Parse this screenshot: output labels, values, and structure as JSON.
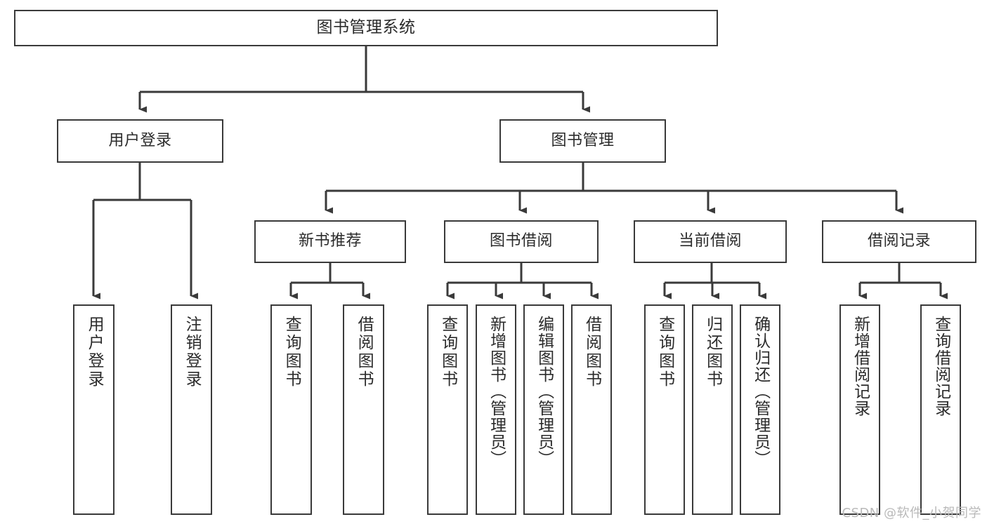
{
  "diagram": {
    "title": "图书管理系统",
    "style": {
      "box_border_color": "#3a3a3a",
      "box_fill_color": "#ffffff",
      "connector_color": "#3a3a3a",
      "text_color": "#2b2b2b",
      "background_color": "#ffffff",
      "watermark_color": "#b9b9b9"
    },
    "nodes": {
      "root": {
        "label": "图书管理系统"
      },
      "level2": [
        {
          "id": "user-login",
          "label": "用户登录"
        },
        {
          "id": "book-manage",
          "label": "图书管理"
        }
      ],
      "level3": [
        {
          "id": "new-book-rec",
          "label": "新书推荐"
        },
        {
          "id": "book-borrow",
          "label": "图书借阅"
        },
        {
          "id": "current-borrow",
          "label": "当前借阅"
        },
        {
          "id": "borrow-record",
          "label": "借阅记录"
        }
      ],
      "leaves": {
        "user-login": [
          {
            "id": "leaf-user-login",
            "label": "用户登录"
          },
          {
            "id": "leaf-user-logout",
            "label": "注销登录"
          }
        ],
        "new-book-rec": [
          {
            "id": "leaf-query-book-1",
            "label": "查询图书"
          },
          {
            "id": "leaf-borrow-book-1",
            "label": "借阅图书"
          }
        ],
        "book-borrow": [
          {
            "id": "leaf-query-book-2",
            "label": "查询图书"
          },
          {
            "id": "leaf-add-book",
            "label": "新增图书（管理员）"
          },
          {
            "id": "leaf-edit-book",
            "label": "编辑图书（管理员）"
          },
          {
            "id": "leaf-borrow-book-2",
            "label": "借阅图书"
          }
        ],
        "current-borrow": [
          {
            "id": "leaf-query-book-3",
            "label": "查询图书"
          },
          {
            "id": "leaf-return-book",
            "label": "归还图书"
          },
          {
            "id": "leaf-confirm-return",
            "label": "确认归还（管理员）"
          }
        ],
        "borrow-record": [
          {
            "id": "leaf-add-record",
            "label": "新增借阅记录"
          },
          {
            "id": "leaf-query-record",
            "label": "查询借阅记录"
          }
        ]
      }
    },
    "watermark": "CSDN @软件_小贺同学"
  }
}
